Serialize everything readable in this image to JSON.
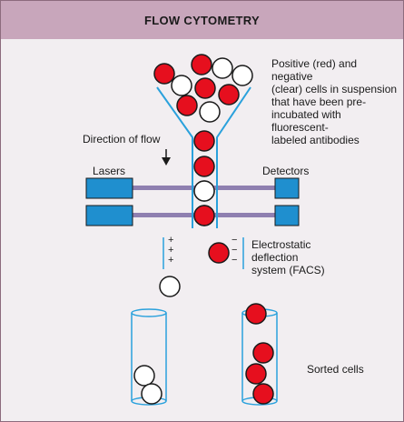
{
  "title": "FLOW CYTOMETRY",
  "labels": {
    "cells_description_lines": [
      "Positive (red) and negative",
      "(clear) cells in suspension",
      "that have been pre-",
      "incubated with fluorescent-",
      "labeled antibodies"
    ],
    "direction_of_flow": "Direction of flow",
    "lasers": "Lasers",
    "detectors": "Detectors",
    "deflection_lines": [
      "Electrostatic",
      "deflection",
      "system (FACS)"
    ],
    "sorted_cells": "Sorted cells",
    "plus_sign": "+",
    "minus_sign": "−"
  },
  "colors": {
    "header": "#c8a6bb",
    "background": "#f2eef1",
    "positive_cell": "#e60f1e",
    "tube_outline": "#2aa1dc",
    "laser_box": "#1f8fcf",
    "laser_beam": "#8f7fb0"
  }
}
